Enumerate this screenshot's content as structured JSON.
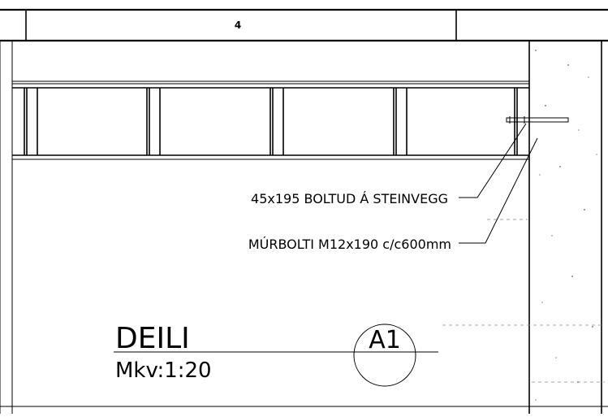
{
  "header": {
    "grid_label": "4"
  },
  "annotations": {
    "line1": "45x195 BOLTUD Á STEINVEGG",
    "line2": "MÚRBOLTI M12x190 c/c600mm"
  },
  "title_block": {
    "title": "DEILI",
    "scale": "Mkv:1:20",
    "detail_id": "A1"
  }
}
